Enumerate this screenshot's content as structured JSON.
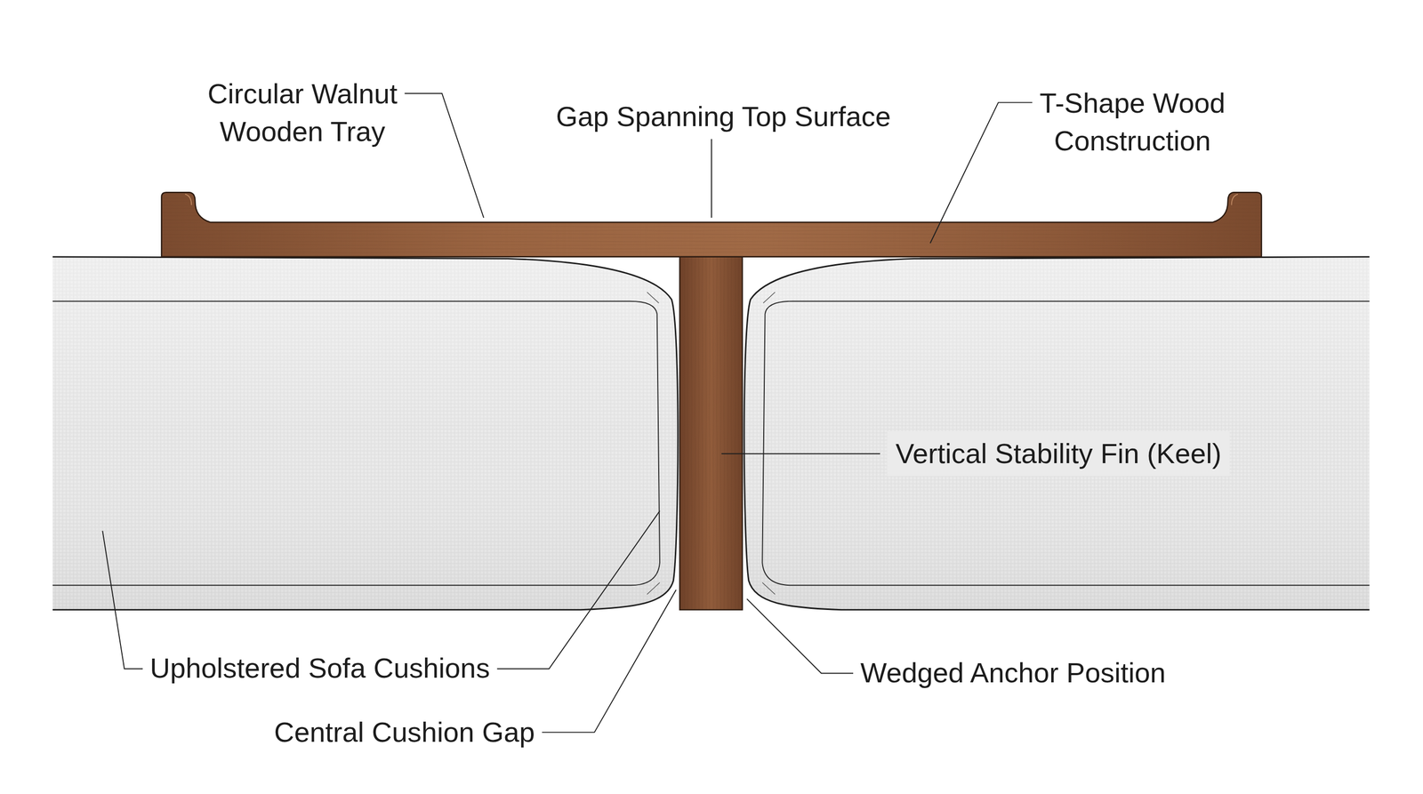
{
  "diagram": {
    "nodes": [
      {
        "text": [
          "Vertical Stability Fin (Keel)"
        ]
      }
    ],
    "labels": [
      "Circular Walnut Wooden Tray",
      "Gap Spanning Top Surface",
      "T-Shape Wood Construction",
      "Upholstered Sofa Cushions",
      "Central Cushion Gap",
      "Wedged Anchor Position"
    ]
  }
}
